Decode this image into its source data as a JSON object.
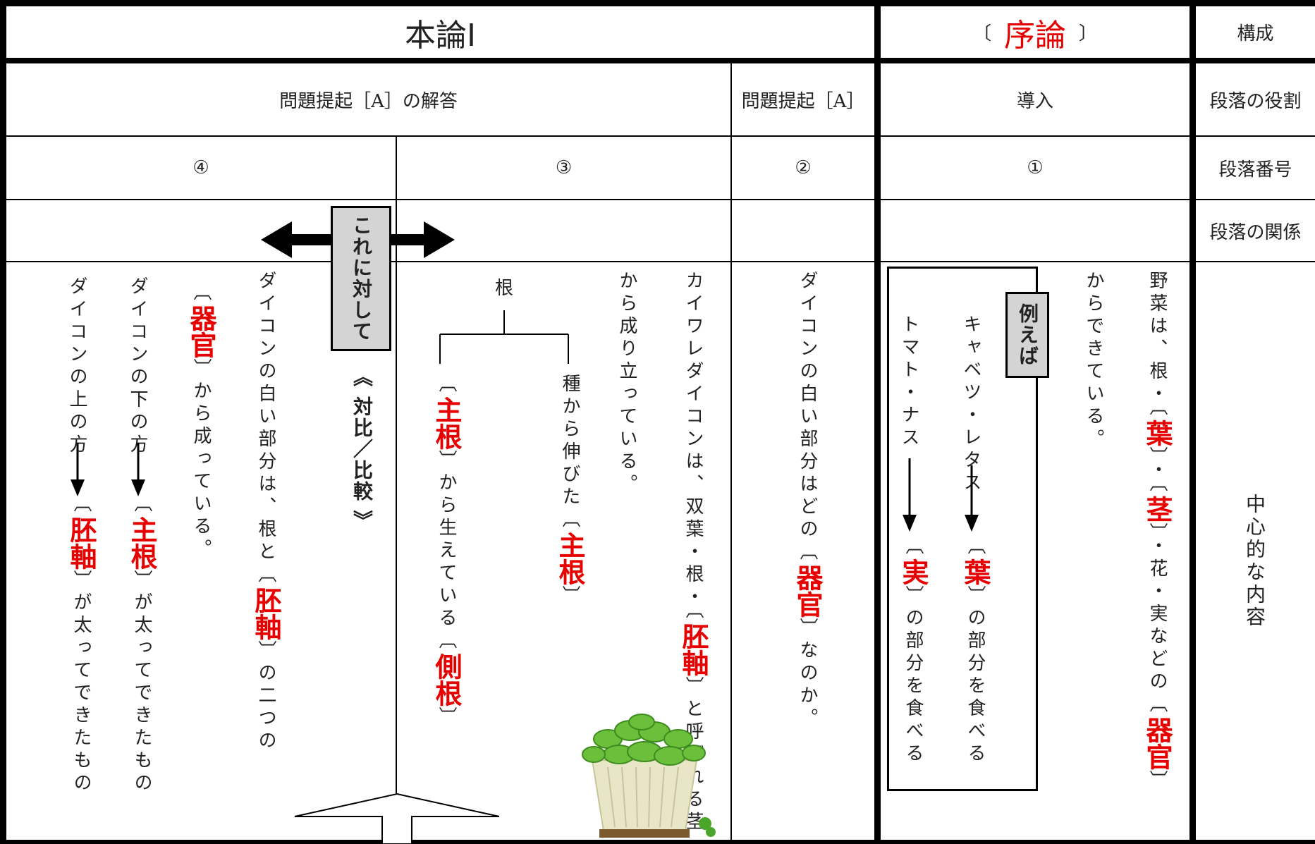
{
  "header": {
    "honron_title": "本論Ⅰ",
    "joron_open": "〔",
    "joron_title": "序論",
    "joron_close": "〕",
    "kousei": "構成"
  },
  "row_labels": {
    "role": "段落の役割",
    "number": "段落番号",
    "relation": "段落の関係",
    "content": "中心的な内容"
  },
  "roles": {
    "p34": "問題提起［A］の解答",
    "p2": "問題提起［A］",
    "p1": "導入"
  },
  "numbers": {
    "p1": "①",
    "p2": "②",
    "p3": "③",
    "p4": "④"
  },
  "badges": {
    "contrast": "これに対して",
    "example": "例えば",
    "compare": "《 対比／比較 》"
  },
  "para1": {
    "a1": "野菜は、根・〔",
    "b1": "葉",
    "a2": "〕・〔",
    "b2": "茎",
    "a3": "〕・花・実などの〔",
    "b3": "器官",
    "a4": "〕",
    "line2": "からできている。",
    "cabbage": "キャベツ・レタス",
    "cab_open": "〔",
    "cab_ans": "葉",
    "cab_rest": "〕の部分を食べる",
    "tomato": "トマト・ナス",
    "tom_open": "〔",
    "tom_ans": "実",
    "tom_rest": "〕の部分を食べる"
  },
  "para2": {
    "a1": "ダイコンの白い部分はどの〔",
    "b1": "器官",
    "a2": "〕なのか。"
  },
  "para3": {
    "l1a": "カイワレダイコンは、双葉・根・〔",
    "l1b": "胚軸",
    "l1c": "〕と呼ばれる茎",
    "l2": "から成り立っている。",
    "root": "根",
    "seed_a": "種から伸びた〔",
    "seed_b": "主根",
    "seed_c": "〕",
    "side_open": "〔",
    "side_b1": "主根",
    "side_a2": "〕から生えている〔",
    "side_b2": "側根",
    "side_a3": "〕"
  },
  "para4": {
    "l1a": "ダイコンの白い部分は、根と〔",
    "l1b": "胚軸",
    "l1c": "〕の二つの",
    "l2_open": "〔",
    "l2b": "器官",
    "l2c": "〕から成っている。",
    "lower": "ダイコンの下の方",
    "lower_open": "〔",
    "lower_ans": "主根",
    "lower_rest": "〕が太ってできたもの",
    "upper": "ダイコンの上の方",
    "upper_open": "〔",
    "upper_ans": "胚軸",
    "upper_rest": "〕が太ってできたもの"
  }
}
